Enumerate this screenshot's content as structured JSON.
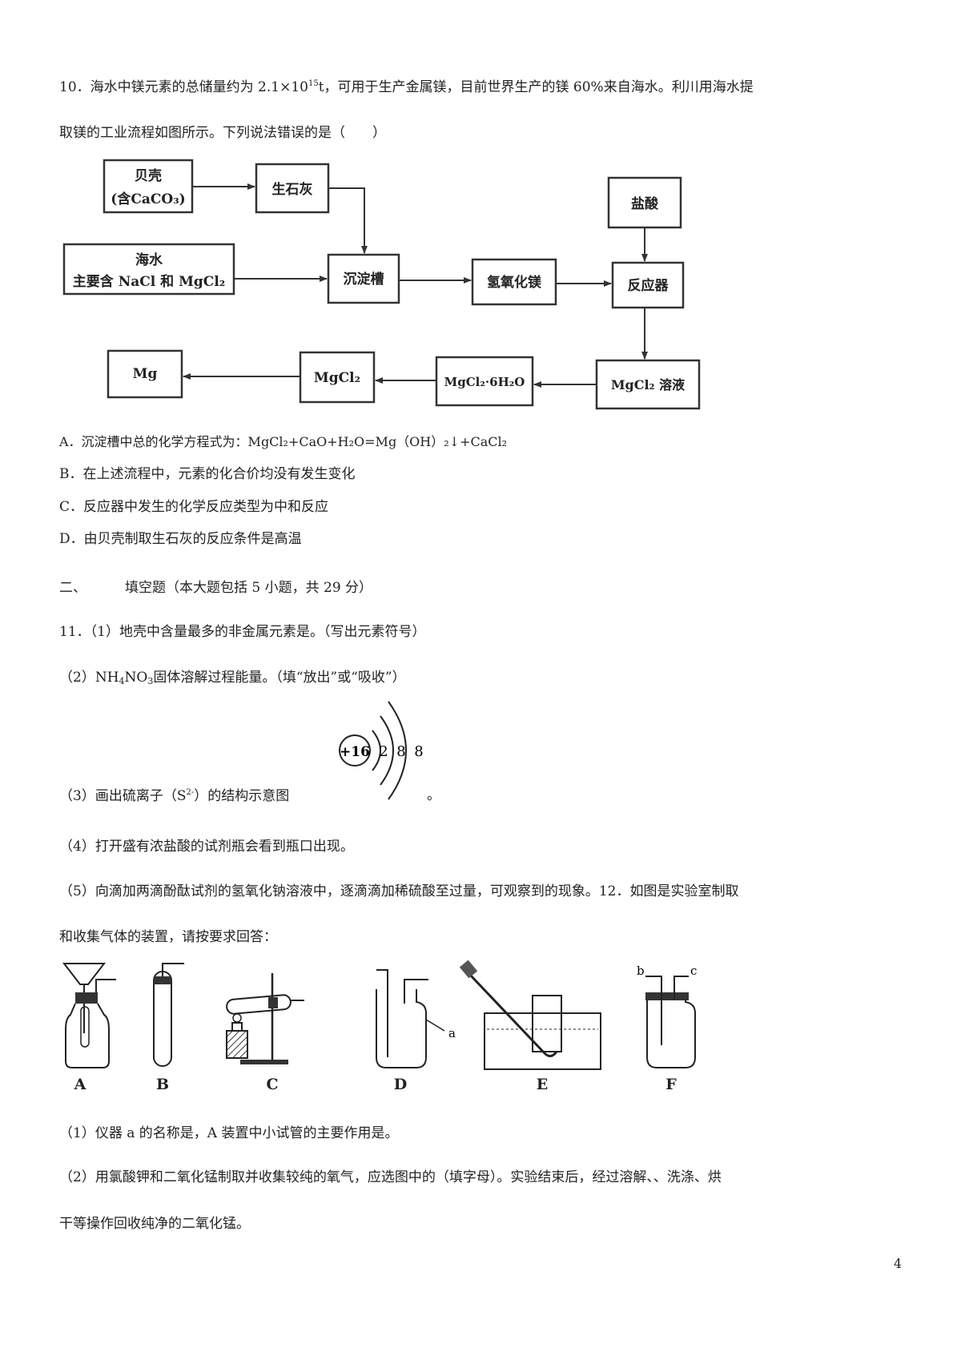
{
  "q10": {
    "line1_a": "10．海水中镁元素的总储量约为 2.1×10",
    "line1_sup": "15",
    "line1_b": "t，可用于生产金属镁，目前世界生产的镁 60%来自海水。利川用海水提",
    "line2": "取镁的工业流程如图所示。下列说法错误的是（　　）"
  },
  "flow": {
    "shell_line1": "贝壳",
    "shell_line2": "(含CaCO₃)",
    "quicklime": "生石灰",
    "acid": "盐酸",
    "seawater_line1": "海水",
    "seawater_line2": "主要含 NaCl 和 MgCl₂",
    "tank": "沉淀槽",
    "hydroxide": "氢氧化镁",
    "reactor": "反应器",
    "mg": "Mg",
    "mgcl2": "MgCl₂",
    "hydrate": "MgCl₂·6H₂O",
    "solution": "MgCl₂ 溶液"
  },
  "options": {
    "a": "A．沉淀槽中总的化学方程式为：MgCl₂+CaO+H₂O=Mg（OH）₂↓+CaCl₂",
    "b": "B．在上述流程中，元素的化合价均没有发生变化",
    "c": "C．反应器中发生的化学反应类型为中和反应",
    "d": "D．由贝壳制取生石灰的反应条件是高温"
  },
  "section2": {
    "num": "二、",
    "title": "填空题（本大题包括 5 小题，共 29 分）"
  },
  "q11": {
    "p1": "11．（1）地壳中含量最多的非金属元素是。（写出元素符号）",
    "p2_a": "（2）NH",
    "p2_s1": "4",
    "p2_b": "NO",
    "p2_s2": "3",
    "p2_c": "固体溶解过程能量。（填“放出”或“吸收”）",
    "p3_a": "（3）画出硫离子（S",
    "p3_sup": "2-",
    "p3_b": "）的结构示意图",
    "p3_end": "。",
    "p4": "（4）打开盛有浓盐酸的试剂瓶会看到瓶口出现。",
    "p5": "（5）向滴加两滴酚酞试剂的氢氧化钠溶液中，逐滴滴加稀硫酸至过量，可观察到的现象。12．如图是实验室制取",
    "p5b": "和收集气体的装置，请按要求回答："
  },
  "ion": {
    "nucleus": "+16",
    "e1": "2",
    "e2": "8",
    "e3": "8"
  },
  "apparatus": {
    "a": "A",
    "b": "B",
    "c": "C",
    "d": "D",
    "e": "E",
    "f": "F",
    "d_label": "a",
    "f_left": "b",
    "f_right": "c"
  },
  "q12": {
    "p1": "（1）仪器 a 的名称是，A 装置中小试管的主要作用是。",
    "p2": "（2）用氯酸钾和二氧化锰制取并收集较纯的氧气，应选图中的（填字母）。实验结束后，经过溶解、、洗涤、烘",
    "p2b": "干等操作回收纯净的二氧化锰。"
  },
  "page_number": "4"
}
